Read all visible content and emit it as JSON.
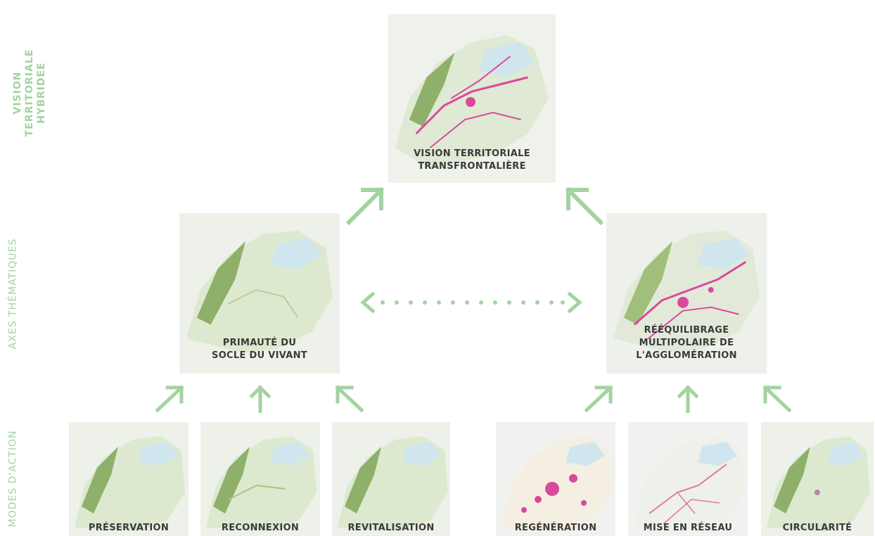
{
  "side_labels": {
    "vision": "VISION TERRITORIALE\nHYBRIDEE",
    "axes": "AXES THÉMATIQUES",
    "modes": "MODES D'ACTION"
  },
  "top": {
    "label": "VISION TERRITORIALE\nTRANSFRONTALIÈRE"
  },
  "axes": [
    {
      "label": "PRIMAUTÉ DU\nSOCLE DU VIVANT"
    },
    {
      "label": "RÉÉQUILIBRAGE\nMULTIPOLAIRE DE\nL'AGGLOMÉRATION"
    }
  ],
  "modes": [
    {
      "label": "PRÉSERVATION"
    },
    {
      "label": "RECONNEXION"
    },
    {
      "label": "REVITALISATION"
    },
    {
      "label": "REGÉNÉRATION"
    },
    {
      "label": "MISE EN RÉSEAU"
    },
    {
      "label": "CIRCULARITÉ"
    }
  ],
  "colors": {
    "accent_green": "#a3d3a0",
    "label_text": "#3a3a3a",
    "map_land": "#e8efe2",
    "map_forest": "#9fbf7a",
    "map_lake": "#cfe6ee",
    "map_urban": "#d9499a"
  }
}
